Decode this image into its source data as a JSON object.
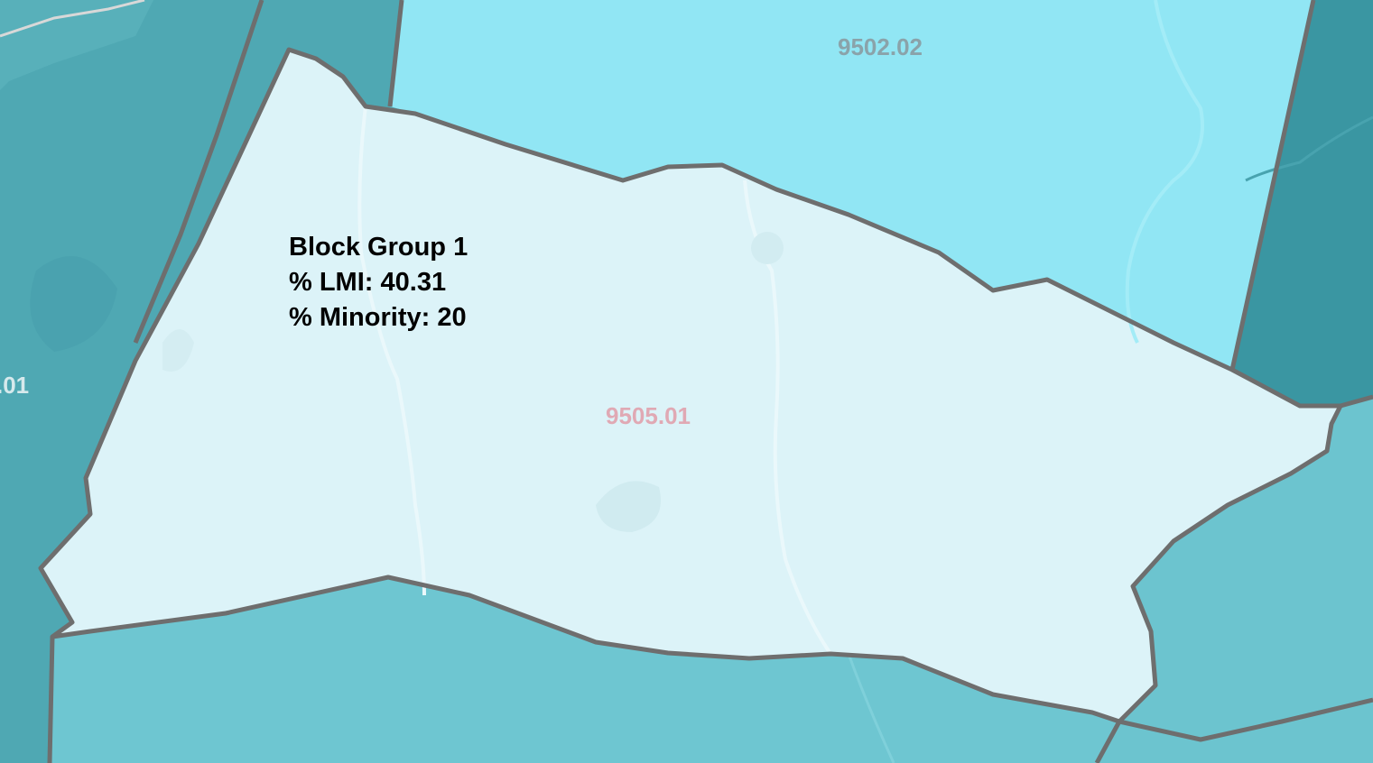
{
  "map": {
    "tracts": [
      {
        "id": "9502.02"
      },
      {
        "id": "9505.01"
      },
      {
        "id": ".01"
      }
    ],
    "selected": {
      "title": "Block Group 1",
      "lmi_label": "% LMI:",
      "lmi_value": "40.31",
      "minority_label": "% Minority:",
      "minority_value": "20"
    },
    "colors": {
      "selected_fill": "#dcf3f8",
      "tract_north_fill": "#91e6f4",
      "tract_south_fill": "#6ec6d1",
      "tract_west_fill": "#4fa8b3",
      "tract_east_fill": "#3a96a2",
      "tract_southeast_fill": "#6cc4cf",
      "boundary": "#6e6e6e",
      "label_north": "#8aa3aa",
      "label_selected": "#e0a9b4",
      "label_west": "#d6e9ec"
    }
  }
}
